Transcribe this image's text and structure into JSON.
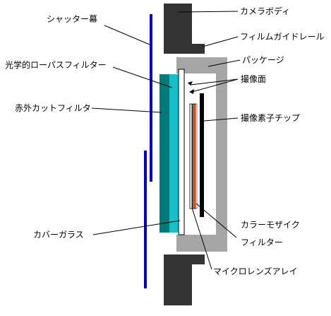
{
  "labels": {
    "shutter_curtain": "シャッター幕",
    "optical_lowpass_filter": "光学的ローパスフィルター",
    "ir_cut_filter": "赤外カットフィルタ",
    "cover_glass": "カバーガラス",
    "camera_body": "カメラボディ",
    "film_guide_rail": "フィルムガイドレール",
    "package": "パッケージ",
    "imaging_surface": "撮像面",
    "sensor_chip": "撮像素子チップ",
    "color_mosaic_filter_line1": "カラーモザイク",
    "color_mosaic_filter_line2": "フィルター",
    "microlens_array": "マイクロレンズアレイ"
  },
  "colors": {
    "camera_body": "#333333",
    "package": "#a6a6a6",
    "shutter": "#0000cc",
    "lowpass_filter": "#16bfc7",
    "ir_filter": "#007a7a",
    "cover_glass": "#ffffff",
    "color_mosaic": "#f06020",
    "sensor_chip": "#000000",
    "leader_line": "#000000"
  }
}
